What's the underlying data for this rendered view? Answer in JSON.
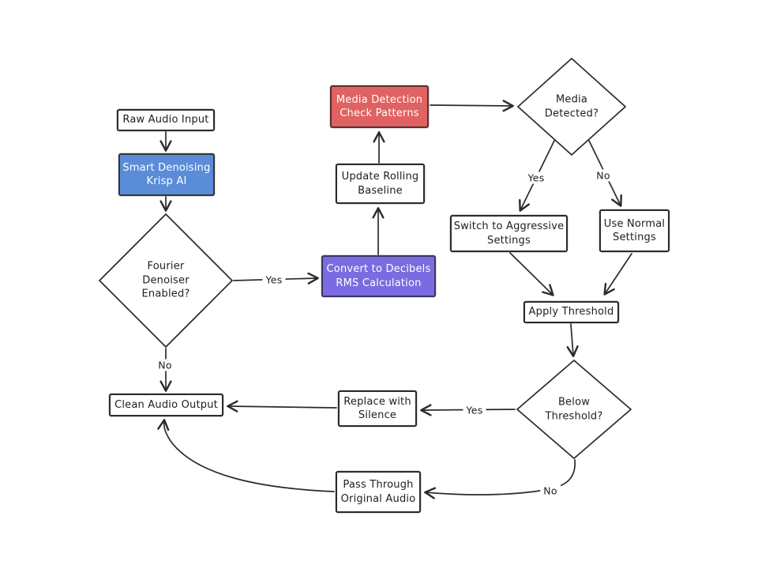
{
  "canvas": {
    "background": "#ffffff",
    "stroke_color": "#2b2b2b",
    "accent_colors": {
      "blue": "#5a8cd8",
      "purple": "#7a6ce0",
      "red": "#e06262"
    }
  },
  "nodes": {
    "raw_audio": {
      "label": "Raw Audio Input"
    },
    "smart_denoising": {
      "label": "Smart Denoising\nKrisp AI",
      "fill": "#5a8cd8"
    },
    "fourier_denoiser": {
      "label": "Fourier\nDenoiser\nEnabled?",
      "type": "decision"
    },
    "convert_decibels": {
      "label": "Convert to Decibels\nRMS Calculation",
      "fill": "#7a6ce0"
    },
    "update_baseline": {
      "label": "Update Rolling\nBaseline"
    },
    "media_detection": {
      "label": "Media Detection\nCheck Patterns",
      "fill": "#e06262"
    },
    "media_detected": {
      "label": "Media\nDetected?",
      "type": "decision"
    },
    "switch_aggressive": {
      "label": "Switch to Aggressive\nSettings"
    },
    "use_normal": {
      "label": "Use Normal\nSettings"
    },
    "apply_threshold": {
      "label": "Apply Threshold"
    },
    "below_threshold": {
      "label": "Below\nThreshold?",
      "type": "decision"
    },
    "replace_silence": {
      "label": "Replace with\nSilence"
    },
    "clean_audio": {
      "label": "Clean Audio Output"
    },
    "pass_through": {
      "label": "Pass Through\nOriginal Audio"
    }
  },
  "edge_labels": {
    "fourier_yes": "Yes",
    "fourier_no": "No",
    "media_yes": "Yes",
    "media_no": "No",
    "threshold_yes": "Yes",
    "threshold_no": "No"
  }
}
